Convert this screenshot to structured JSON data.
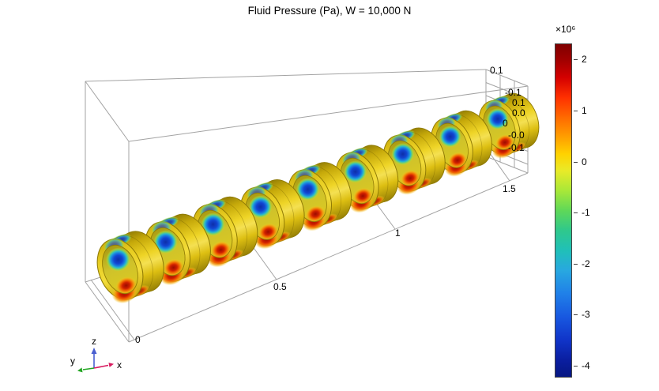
{
  "title": "Fluid Pressure (Pa), W = 10,000 N",
  "colorbar": {
    "exponent": "×10⁶",
    "ticks": [
      "2",
      "1",
      "0",
      "-1",
      "-2",
      "-3",
      "-4"
    ],
    "gradient": [
      "#7f0000 0%",
      "#a30000 5%",
      "#d40000 10%",
      "#ff3000 16%",
      "#ff6a00 22%",
      "#ffa000 28%",
      "#ffd200 33%",
      "#e9ea28 38%",
      "#a9e838 44%",
      "#5fd858 50%",
      "#2fc88c 56%",
      "#20c0b8 62%",
      "#28a8e0 68%",
      "#2080e8 75%",
      "#1858e0 82%",
      "#1034c8 89%",
      "#0a1ea0 95%",
      "#071782 100%"
    ]
  },
  "axes": {
    "x_ticks": [
      "0",
      "0.5",
      "1",
      "1.5"
    ],
    "right_ticks": [
      "-0.1",
      "0.1",
      "0.0",
      "0",
      "-0.0",
      "-0.1"
    ],
    "top_tick": "0.1"
  },
  "triad": {
    "x": "x",
    "y": "y",
    "z": "z"
  },
  "chart_data": {
    "type": "heatmap",
    "title": "Fluid Pressure (Pa), W = 10,000 N",
    "quantity": "Fluid pressure",
    "unit": "Pa",
    "condition": "W = 10,000 N",
    "colorbar": {
      "scale_label": "×10⁶",
      "tick_values": [
        2,
        1,
        0,
        -1,
        -2,
        -3,
        -4
      ],
      "approx_value_range_pa": [
        -4500000,
        2500000
      ],
      "colormap": "jet, maximum (dark red) at top, minimum (dark blue) at bottom",
      "position": "right"
    },
    "x_axis": {
      "tick_values": [
        0,
        0.5,
        1,
        1.5
      ]
    },
    "cross_axis_tick_labels": [
      "-0.1",
      "0.1",
      "0.0",
      "0",
      "-0.0",
      "-0.1"
    ],
    "top_axis_tick_label": "0.1",
    "geometry": {
      "rings": 9,
      "description": "Nine coaxial annular bearing rings arranged along the x-axis in a 3D perspective view inside a gray wireframe bounding box; outer surfaces yellow, each ring showing a blue low-pressure lobe on the upper inner surface and a red high-pressure lobe near the bottom",
      "per_ring_pattern": {
        "top_inner": "blue (negative pressure)",
        "bottom_inner_and_rim": "red (positive pressure)",
        "background_surface": "yellow"
      }
    },
    "view_triad": {
      "x": "right",
      "y": "left-front",
      "z": "up"
    }
  },
  "theme": {
    "ring-yellow": "#eed426",
    "ring-olive": "#8f7a04",
    "blob-blue": "#0d2fa8",
    "blob-red": "#9c0c00",
    "wire-gray": "#a3a3a3",
    "axis-x": "#d81b60",
    "axis-y": "#23a523",
    "axis-z": "#4a5fd0",
    "text": "#000000"
  }
}
